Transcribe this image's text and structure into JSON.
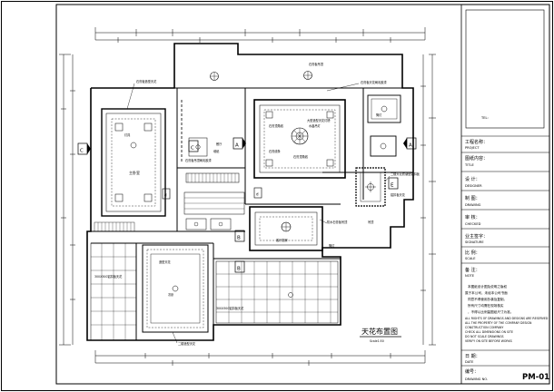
{
  "drawing": {
    "title": "天花布置图",
    "scale": "Scale1:50"
  },
  "section_marks": {
    "a": "A",
    "b": "B",
    "c": "C",
    "d": "d",
    "e": "E"
  },
  "room_labels": {
    "master_bedroom": "主卧室",
    "bedroom_b": "客厅厨房",
    "dining": "餐厅",
    "small": "次卧"
  },
  "annotations": {
    "light_trough_top": "石膏板天花刷乳胶漆",
    "light_trough_left": "石膏板造型天花",
    "gypsum_top": "石膏板吊顶",
    "pendant_lamp": "水晶吊灯",
    "down_light_a": "筒灯",
    "ceiling_note_a": "石膏顶角线",
    "ceiling_note_b": "石膏线条",
    "left_note": "造型天花",
    "center_note": "大型造型天花灯槽",
    "right_note_a": "二楼天花防潮型铝扣板",
    "right_note_b": "铝扣板天花",
    "mid_note": "防水石膏板吊顶",
    "kitchen_note": "300X300铝扣板天花",
    "bath_note": "300X300铝扣板天花",
    "bottom_note": "二楼造型天花",
    "wall_note": "墙纸",
    "dining_note": "筒灯",
    "corridor_note": "石膏板吊顶刷乳胶漆",
    "lr_note": "石膏顶角线",
    "beam_note": "吊顶",
    "bedroom_note": "灯具"
  },
  "title_block": {
    "tel": "TEL:",
    "project_cn": "工程名称：",
    "project_en": "PROJECT",
    "drawing_name_cn": "图纸内容：",
    "drawing_name_en": "TITLE",
    "design_cn": "设  计：",
    "design_en": "DESIGNER",
    "draw_cn": "制  图：",
    "draw_en": "DRAWING",
    "check_cn": "审  核：",
    "check_en": "CHECKED",
    "sign_cn": "业主签字：",
    "sign_en": "SIGNATURE",
    "scale_cn": "比  例：",
    "scale_en": "SCALE",
    "note_cn": "备  注：",
    "note_en": "NOTE",
    "notice_cn_1": "本图纸设计图及说明之版权",
    "notice_cn_2": "属于本公司，未经本公司书面",
    "notice_cn_3": "同意不得使用抄袭及复制。",
    "notice_cn_4": "所有尺寸均需在现场核实",
    "notice_cn_5": "，不得以比例量图纸尺寸为准。",
    "notice_en_1": "ALL RIGHTS OF DRAWINGS AND DESIGNS ARE RESERVED",
    "notice_en_2": "ALL THE PROPERTY OF THE COMPANY DESIGN",
    "notice_en_3": "CONSTRUCTION COMPANY",
    "notice_en_4": "CHECK ALL DIMENSIONS ON SITE",
    "notice_en_5": "DO NOT SCALE DRAWINGS",
    "notice_en_6": "VERIFY ON SITE BEFORE WORKS",
    "date_cn": "日  期：",
    "date_en": "DATE",
    "sheet_cn": "编号：",
    "sheet_en": "DRAWING NO.",
    "sheet_no": "PM-01"
  }
}
